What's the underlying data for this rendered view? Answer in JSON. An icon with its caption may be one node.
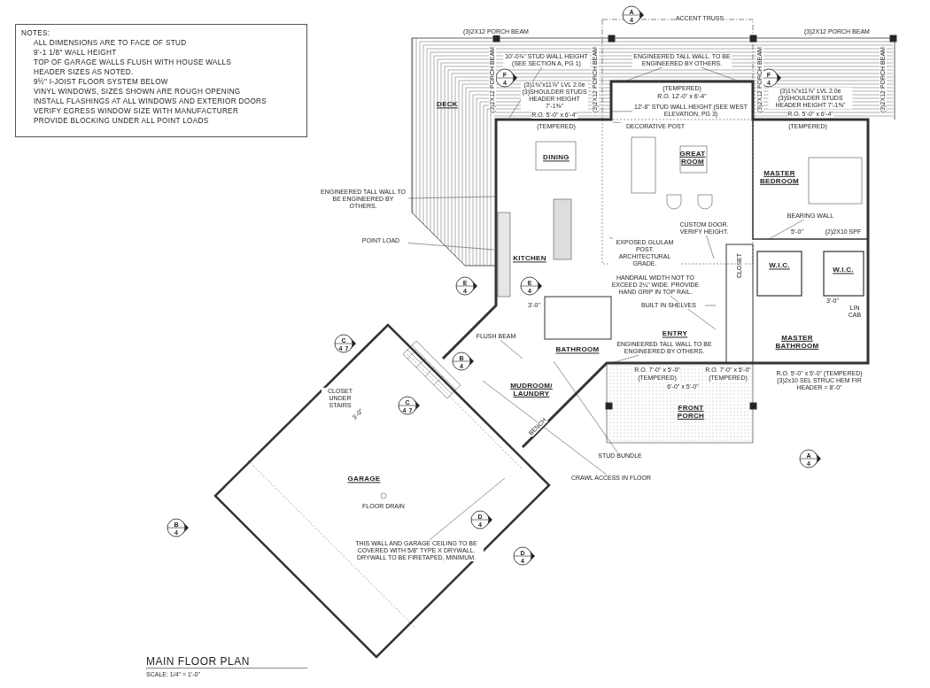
{
  "diagram": {
    "title": "MAIN FLOOR PLAN",
    "caption": "SCALE: 1/4\" = 1'-0\"",
    "nodes": [
      {
        "text": [
          "NOTES:",
          "ALL DIMENSIONS ARE TO FACE OF STUD",
          "9'-1 1/8\" WALL HEIGHT",
          "TOP OF GARAGE WALLS FLUSH WITH HOUSE WALLS",
          "HEADER SIZES AS NOTED.",
          "9½\" I-JOIST FLOOR SYSTEM BELOW",
          "VINYL WINDOWS, SIZES SHOWN ARE ROUGH OPENING",
          "INSTALL FLASHINGS AT ALL WINDOWS AND EXTERIOR DOORS",
          "VERIFY EGRESS WINDOW SIZE WITH MANUFACTURER",
          "PROVIDE BLOCKING UNDER ALL POINT LOADS"
        ]
      },
      {
        "text": [
          "ENGINEERED TALL WALL. TO BE ENGINEERED BY OTHERS."
        ]
      },
      {
        "text": [
          "10'-0⅞\" STUD WALL HEIGHT (SEE SECTION A, PG 1)"
        ]
      },
      {
        "text": [
          "12'-6\" STUD WALL HEIGHT (SEE WEST ELEVATION, PG 3)"
        ]
      },
      {
        "text": [
          "DECORATIVE POST"
        ]
      },
      {
        "text": [
          "ENGINEERED TALL WALL TO BE ENGINEERED BY OTHERS."
        ]
      },
      {
        "text": [
          "POINT LOAD"
        ]
      },
      {
        "text": [
          "EXPOSED GLULAM POST. ARCHITECTURAL GRADE."
        ]
      },
      {
        "text": [
          "CUSTOM DOOR. VERIFY HEIGHT."
        ]
      },
      {
        "text": [
          "BEARING WALL"
        ]
      },
      {
        "text": [
          "BUILT IN SHELVES"
        ]
      },
      {
        "text": [
          "HANDRAIL WIDTH NOT TO EXCEED 2¼\" WIDE. PROVIDE HAND GRIP IN TOP RAIL."
        ]
      },
      {
        "text": [
          "ENGINEERED TALL WALL TO BE ENGINEERED BY OTHERS."
        ]
      },
      {
        "text": [
          "FLUSH BEAM"
        ]
      },
      {
        "text": [
          "CRAWL ACCESS IN FLOOR"
        ]
      },
      {
        "text": [
          "STUD BUNDLE"
        ]
      },
      {
        "text": [
          "THIS WALL AND GARAGE CEILING TO BE COVERED WITH 5/8\" TYPE X DRYWALL. DRYWALL TO BE FIRETAPED, MINIMUM."
        ]
      }
    ],
    "edges": [
      {
        "from": 1,
        "to": null,
        "arrow": "none"
      },
      {
        "from": 1,
        "to": null,
        "arrow": "none"
      },
      {
        "from": 2,
        "to": null,
        "arrow": "none"
      },
      {
        "from": 3,
        "to": null,
        "arrow": "none"
      },
      {
        "from": 4,
        "to": null,
        "arrow": "none"
      },
      {
        "from": 5,
        "to": null,
        "arrow": "none"
      },
      {
        "from": 6,
        "to": null,
        "arrow": "none"
      },
      {
        "from": 7,
        "to": null,
        "arrow": "none"
      },
      {
        "from": 8,
        "to": null,
        "arrow": "none"
      },
      {
        "from": 9,
        "to": null,
        "arrow": "none"
      },
      {
        "from": 10,
        "to": null,
        "arrow": "none"
      },
      {
        "from": 11,
        "to": null,
        "arrow": "none"
      },
      {
        "from": 12,
        "to": null,
        "arrow": "none"
      },
      {
        "from": 13,
        "to": null,
        "arrow": "none"
      },
      {
        "from": 14,
        "to": null,
        "arrow": "none"
      },
      {
        "from": 15,
        "to": null,
        "arrow": "none"
      },
      {
        "from": 16,
        "to": null,
        "arrow": "none"
      }
    ],
    "labels": [
      "DECK",
      "DINING",
      "GREAT ROOM",
      "MASTER BEDROOM",
      "KITCHEN",
      "CLOSET",
      "W.I.C.",
      "W.I.C.",
      "BATHROOM",
      "ENTRY",
      "LIN CAB",
      "MASTER BATHROOM",
      "CLOSET UNDER STAIRS",
      "MUDROOM/ LAUNDRY",
      "BENCH",
      "FRONT PORCH",
      "GARAGE",
      "ACCENT TRUSS",
      "(3)2X12 PORCH BEAM",
      "(3)2X12 PORCH BEAM",
      "(3)2X12 PORCH BEAM",
      "(3)2X12 PORCH BEAM",
      "(3)2X12 PORCH BEAM",
      "(3)2X12 PORCH BEAM",
      "(TEMPERED)",
      "R.O. 12'-0\" x 6'-4\"",
      "(3)1¾\"x11⅞\" LVL 2.0e (3)SHOULDER STUDS HEADER HEIGHT 7'-1⅝\"",
      "R.O. 5'-0\" x 6'-4\"",
      "(TEMPERED)",
      "(3)1¾\"x11⅞\" LVL 2.0e (3)SHOULDER STUDS HEADER HEIGHT 7'-1⅝\"",
      "R.O. 5'-0\" x 6'-4\"",
      "(TEMPERED)",
      "R.O. 7'-0\" x 5'-0\"",
      "(TEMPERED)",
      "6'-0\" x 5'-0\"",
      "R.O. 7'-0\" x 5'-0\"",
      "(TEMPERED)",
      "R.O. 5'-0\" x 5'-0\" (TEMPERED) (3)2x10 SEL STRUC HEM FIR HEADER = 8'-0\"",
      "3'-0\"",
      "3'-0\"",
      "5'-0\"",
      "(2)2X10 SPF",
      "3'-0\"",
      "A",
      "4",
      "F",
      "4",
      "F",
      "4",
      "E",
      "4",
      "E",
      "4",
      "C",
      "4",
      "7",
      "B",
      "4",
      "C",
      "4",
      "7",
      "B",
      "4",
      "D",
      "4",
      "D",
      "4",
      "A",
      "4",
      "FLOOR DRAIN"
    ]
  }
}
